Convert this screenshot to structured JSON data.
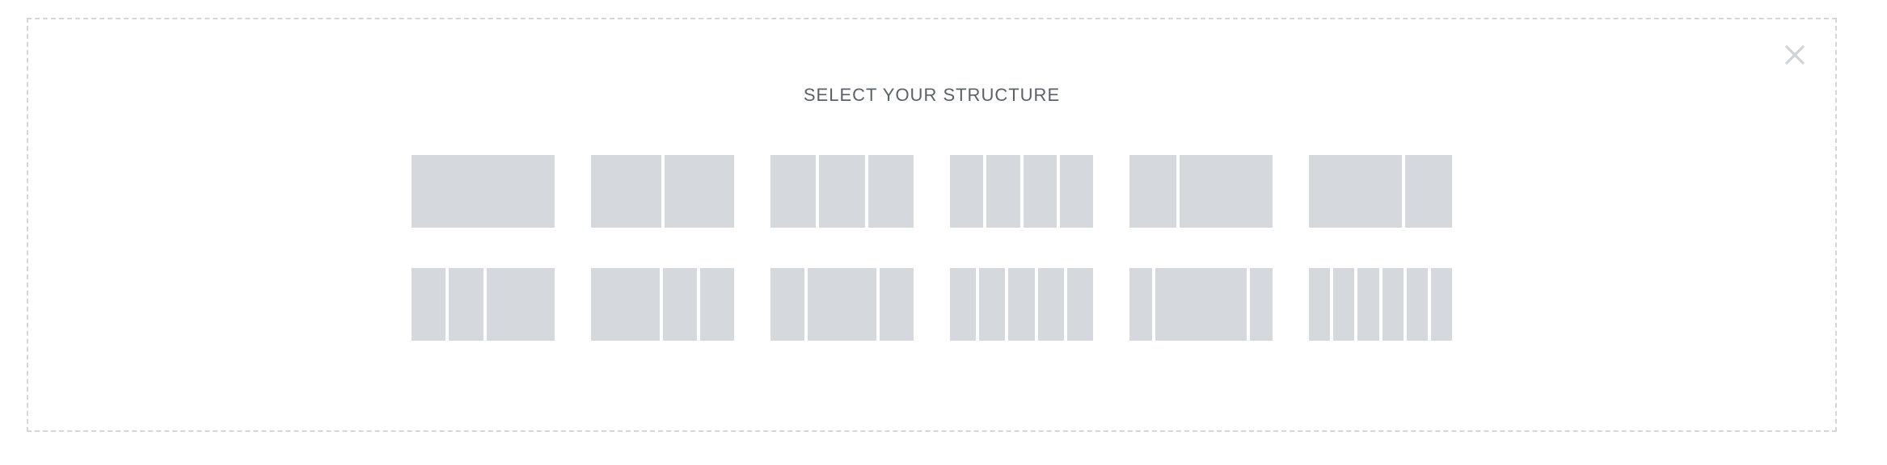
{
  "dialog": {
    "title": "SELECT YOUR STRUCTURE",
    "close_icon": "close-icon",
    "border_color": "#d3d7dc",
    "title_color": "#5b6169",
    "block_color": "#d5d8dd",
    "close_icon_color": "#d0d4da",
    "background_color": "#ffffff"
  },
  "structures": {
    "rows": [
      {
        "options": [
          {
            "name": "one-column",
            "columns": [
              1
            ]
          },
          {
            "name": "two-columns-equal",
            "columns": [
              1,
              1
            ]
          },
          {
            "name": "three-columns-equal",
            "columns": [
              1,
              1,
              1
            ]
          },
          {
            "name": "four-columns-equal",
            "columns": [
              1,
              1,
              1,
              1
            ]
          },
          {
            "name": "two-columns-narrow-wide",
            "columns": [
              1,
              2
            ]
          },
          {
            "name": "two-columns-wide-narrow",
            "columns": [
              2,
              1
            ]
          }
        ]
      },
      {
        "options": [
          {
            "name": "three-columns-narrow-narrow-wide",
            "columns": [
              1,
              1,
              2
            ]
          },
          {
            "name": "three-columns-wide-narrow-narrow",
            "columns": [
              2,
              1,
              1
            ]
          },
          {
            "name": "three-columns-narrow-wide-narrow",
            "columns": [
              1,
              2,
              1
            ]
          },
          {
            "name": "five-columns-equal",
            "columns": [
              1,
              1,
              1,
              1,
              1
            ]
          },
          {
            "name": "three-columns-narrow-widest-narrow",
            "columns": [
              1,
              4,
              1
            ]
          },
          {
            "name": "six-columns-equal",
            "columns": [
              1,
              1,
              1,
              1,
              1,
              1
            ]
          }
        ]
      }
    ]
  }
}
